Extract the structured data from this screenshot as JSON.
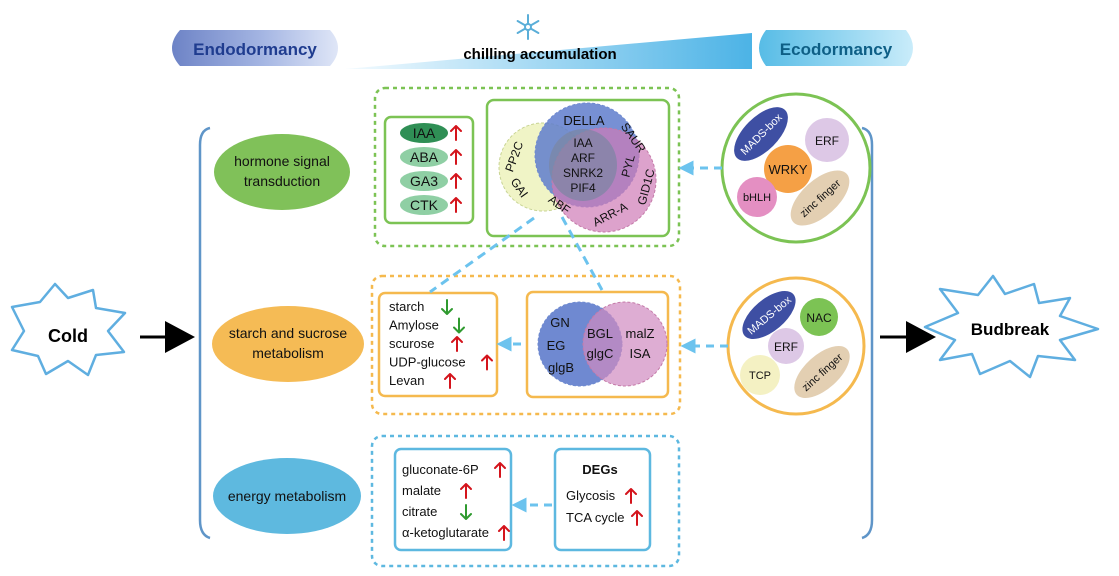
{
  "header": {
    "endodormancy": "Endodormancy",
    "ecodormancy": "Ecodormancy",
    "chilling": "chilling accumulation"
  },
  "sides": {
    "cold": "Cold",
    "budbreak": "Budbreak"
  },
  "categories": {
    "hormone_line1": "hormone signal",
    "hormone_line2": "transduction",
    "starch_line1": "starch and sucrose",
    "starch_line2": "metabolism",
    "energy": "energy metabolism"
  },
  "hormone": {
    "levels": [
      {
        "label": "IAA",
        "trend": "up"
      },
      {
        "label": "ABA",
        "trend": "up"
      },
      {
        "label": "GA3",
        "trend": "up"
      },
      {
        "label": "CTK",
        "trend": "up"
      }
    ],
    "genes": {
      "della": "DELLA",
      "saur": "SAUR",
      "pyl": "PYL",
      "gid1c": "GID1C",
      "arra": "ARR-A",
      "abf": "ABF",
      "gai": "GAI",
      "pp2c": "PP2C",
      "center": [
        "IAA",
        "ARF",
        "SNRK2",
        "PIF4"
      ]
    },
    "tfs": [
      "MADS-box",
      "ERF",
      "WRKY",
      "bHLH",
      "zinc finger"
    ]
  },
  "starch": {
    "metabolites": [
      {
        "label": "starch",
        "trend": "down"
      },
      {
        "label": "Amylose",
        "trend": "down"
      },
      {
        "label": "scurose",
        "trend": "up"
      },
      {
        "label": "UDP-glucose",
        "trend": "up"
      },
      {
        "label": "Levan",
        "trend": "up"
      }
    ],
    "genes": {
      "left": [
        "GN",
        "EG",
        "glgB"
      ],
      "middle": [
        "BGL",
        "glgC"
      ],
      "right": [
        "malZ",
        "ISA"
      ]
    },
    "tfs": [
      "MADS-box",
      "NAC",
      "ERF",
      "TCP",
      "zinc finger"
    ]
  },
  "energy": {
    "metabolites": [
      {
        "label": "gluconate-6P",
        "trend": "up"
      },
      {
        "label": "malate",
        "trend": "up"
      },
      {
        "label": "citrate",
        "trend": "down"
      },
      {
        "label": "α-ketoglutarate",
        "trend": "up"
      }
    ],
    "degs_title": "DEGs",
    "degs": [
      {
        "label": "Glycosis",
        "trend": "up"
      },
      {
        "label": "TCA cycle",
        "trend": "up"
      }
    ]
  },
  "colors": {
    "up": "#d4141c",
    "down": "#2f9a2f",
    "hormone_green": "#7cc354",
    "starch_orange": "#f5b94e",
    "energy_blue": "#5db8e0",
    "arrow_blue": "#6cc3ee"
  }
}
